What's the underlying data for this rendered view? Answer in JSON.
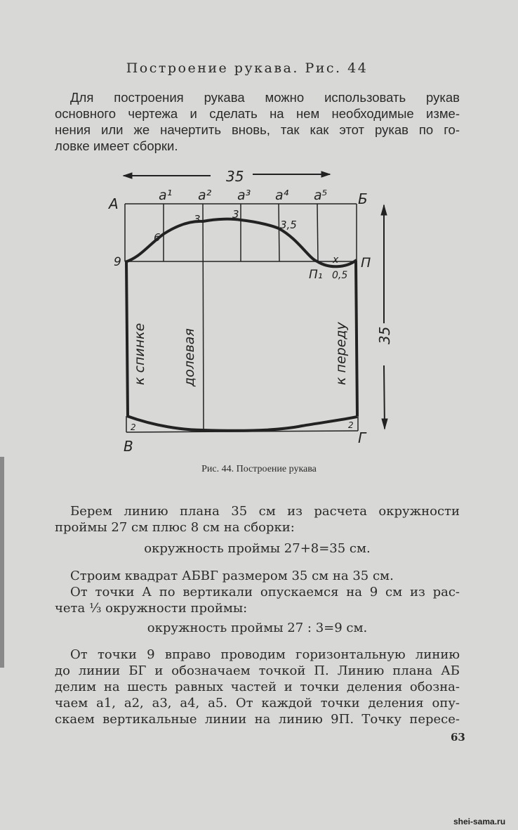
{
  "heading": "Построение рукава. Рис. 44",
  "intro_lines": [
    "Для построения рукава можно использовать рукав",
    "основного чертежа и сделать на нем необходимые изме-",
    "нения или же начертить вновь, так как этот рукав по го-",
    "ловке имеет сборки."
  ],
  "figure": {
    "width_label": "35",
    "height_label": "35",
    "points": {
      "A": "А",
      "B": "Б",
      "V": "В",
      "G": "Г",
      "nine": "9",
      "P": "П",
      "P1": "П₁"
    },
    "divisions": [
      "a¹",
      "a²",
      "a³",
      "a⁴",
      "a⁵"
    ],
    "heights": [
      "6",
      "3",
      "3",
      "3,5"
    ],
    "dip": "0,5",
    "cross": "x",
    "corner_marks": [
      "2",
      "2"
    ],
    "side_labels": {
      "back": "к спинке",
      "grain": "долевая",
      "front": "к переду"
    },
    "caption": "Рис. 44. Построение рукава"
  },
  "body_lines": [
    "Берем линию плана 35 см из расчета окружности",
    "проймы 27 см плюс 8 см на сборки:",
    "окружность проймы 27+8=35 см.",
    "Строим квадрат АБВГ размером 35 см на 35 см.",
    "От точки А по вертикали опускаемся на 9 см из рас-",
    "чета ⅓ окружности проймы:",
    "окружность проймы 27 : 3=9 см.",
    "От точки 9 вправо проводим горизонтальную линию",
    "до линии БГ и обозначаем точкой П. Линию плана АБ",
    "делим на шесть равных частей и точки деления обозна-",
    "чаем a1, a2, a3, a4, a5. От каждой точки деления опу-",
    "скаем вертикальные линии на линию 9П. Точку пересе-"
  ],
  "page_number": "63",
  "watermark": "shei-sama.ru"
}
